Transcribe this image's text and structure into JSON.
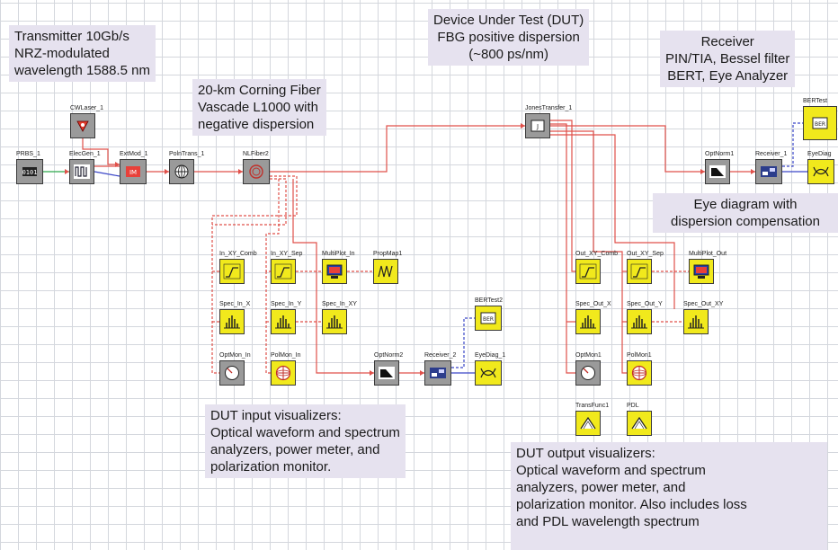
{
  "notes": {
    "transmitter": [
      "Transmitter 10Gb/s",
      "NRZ-modulated",
      "wavelength 1588.5 nm"
    ],
    "fiber": [
      "20-km Corning Fiber",
      "Vascade L1000 with",
      "negative dispersion"
    ],
    "dut": [
      "Device Under Test (DUT)",
      "FBG positive dispersion",
      "(~800 ps/nm)"
    ],
    "receiver": [
      "Receiver",
      "PIN/TIA, Bessel filter",
      "BERT, Eye Analyzer"
    ],
    "eye": [
      "Eye diagram with",
      "dispersion compensation"
    ],
    "dut_input": [
      "DUT input visualizers:",
      "Optical waveform and spectrum",
      "analyzers, power meter, and",
      "polarization monitor."
    ],
    "dut_output": [
      "DUT output visualizers:",
      "Optical waveform and spectrum",
      "analyzers, power meter, and",
      "polarization monitor. Also includes loss",
      "and PDL wavelength spectrum"
    ]
  },
  "blocks": [
    {
      "id": "prbs",
      "label": "PRBS_1",
      "icon": "bits-icon",
      "color": "gray"
    },
    {
      "id": "elecgen",
      "label": "ElecGen_1",
      "icon": "pulses-icon",
      "color": "gray"
    },
    {
      "id": "cwlaser",
      "label": "CWLaser_1",
      "icon": "laser-icon",
      "color": "gray"
    },
    {
      "id": "extmod",
      "label": "ExtMod_1",
      "icon": "modulator-icon",
      "color": "gray"
    },
    {
      "id": "polntrans",
      "label": "PolnTrans_1",
      "icon": "polarization-icon",
      "color": "gray"
    },
    {
      "id": "nlfiber",
      "label": "NLFiber2",
      "icon": "fiber-coil-icon",
      "color": "gray"
    },
    {
      "id": "jones",
      "label": "JonesTransfer_1",
      "icon": "jones-icon",
      "color": "gray"
    },
    {
      "id": "optnorm1",
      "label": "OptNorm1",
      "icon": "optnorm-icon",
      "color": "gray"
    },
    {
      "id": "receiver1",
      "label": "Receiver_1",
      "icon": "receiver-icon",
      "color": "gray"
    },
    {
      "id": "berttest",
      "label": "BERTest",
      "icon": "ber-icon",
      "color": "yellow"
    },
    {
      "id": "eyediag",
      "label": "EyeDiag",
      "icon": "eye-icon",
      "color": "yellow"
    },
    {
      "id": "in_xy_comb",
      "label": "In_XY_Comb",
      "icon": "waveform-icon",
      "color": "yellow"
    },
    {
      "id": "in_xy_sep",
      "label": "In_XY_Sep",
      "icon": "waveform-icon",
      "color": "yellow"
    },
    {
      "id": "multiplot_in",
      "label": "MultiPlot_In",
      "icon": "monitor-icon",
      "color": "yellow"
    },
    {
      "id": "propmap1",
      "label": "PropMap1",
      "icon": "propmap-icon",
      "color": "yellow"
    },
    {
      "id": "spec_in_x",
      "label": "Spec_In_X",
      "icon": "spectrum-icon",
      "color": "yellow"
    },
    {
      "id": "spec_in_y",
      "label": "Spec_In_Y",
      "icon": "spectrum-icon",
      "color": "yellow"
    },
    {
      "id": "spec_in_xy",
      "label": "Spec_In_XY",
      "icon": "spectrum-icon",
      "color": "yellow"
    },
    {
      "id": "berttest2",
      "label": "BERTest2",
      "icon": "ber-icon",
      "color": "yellow"
    },
    {
      "id": "optmon_in",
      "label": "OptMon_In",
      "icon": "power-meter-icon",
      "color": "gray"
    },
    {
      "id": "polmon_in",
      "label": "PolMon_In",
      "icon": "poincare-sphere-icon",
      "color": "yellow"
    },
    {
      "id": "optnorm2",
      "label": "OptNorm2",
      "icon": "optnorm-icon",
      "color": "gray"
    },
    {
      "id": "receiver2",
      "label": "Receiver_2",
      "icon": "receiver-icon",
      "color": "gray"
    },
    {
      "id": "eyediag1",
      "label": "EyeDiag_1",
      "icon": "eye-icon",
      "color": "yellow"
    },
    {
      "id": "out_xy_comb",
      "label": "Out_XY_Comb",
      "icon": "waveform-icon",
      "color": "yellow"
    },
    {
      "id": "out_xy_sep",
      "label": "Out_XY_Sep",
      "icon": "waveform-icon",
      "color": "yellow"
    },
    {
      "id": "multiplot_out",
      "label": "MultiPlot_Out",
      "icon": "monitor-icon",
      "color": "yellow"
    },
    {
      "id": "spec_out_x",
      "label": "Spec_Out_X",
      "icon": "spectrum-icon",
      "color": "yellow"
    },
    {
      "id": "spec_out_y",
      "label": "Spec_Out_Y",
      "icon": "spectrum-icon",
      "color": "yellow"
    },
    {
      "id": "spec_out_xy",
      "label": "Spec_Out_XY",
      "icon": "spectrum-icon",
      "color": "yellow"
    },
    {
      "id": "optmon1",
      "label": "OptMon1",
      "icon": "power-meter-icon",
      "color": "gray"
    },
    {
      "id": "polmon1",
      "label": "PolMon1",
      "icon": "poincare-sphere-icon",
      "color": "yellow"
    },
    {
      "id": "transfunc1",
      "label": "TransFunc1",
      "icon": "transfer-function-icon",
      "color": "yellow"
    },
    {
      "id": "pdl",
      "label": "PDL",
      "icon": "transfer-function-icon",
      "color": "yellow"
    }
  ],
  "colors": {
    "optical": "#e0504a",
    "electrical": "#3a46c8",
    "ber": "#2aa84a",
    "gray_block": "#9a9a9a",
    "yellow_block": "#f1e91c",
    "note_bg": "#e6e2ef"
  }
}
